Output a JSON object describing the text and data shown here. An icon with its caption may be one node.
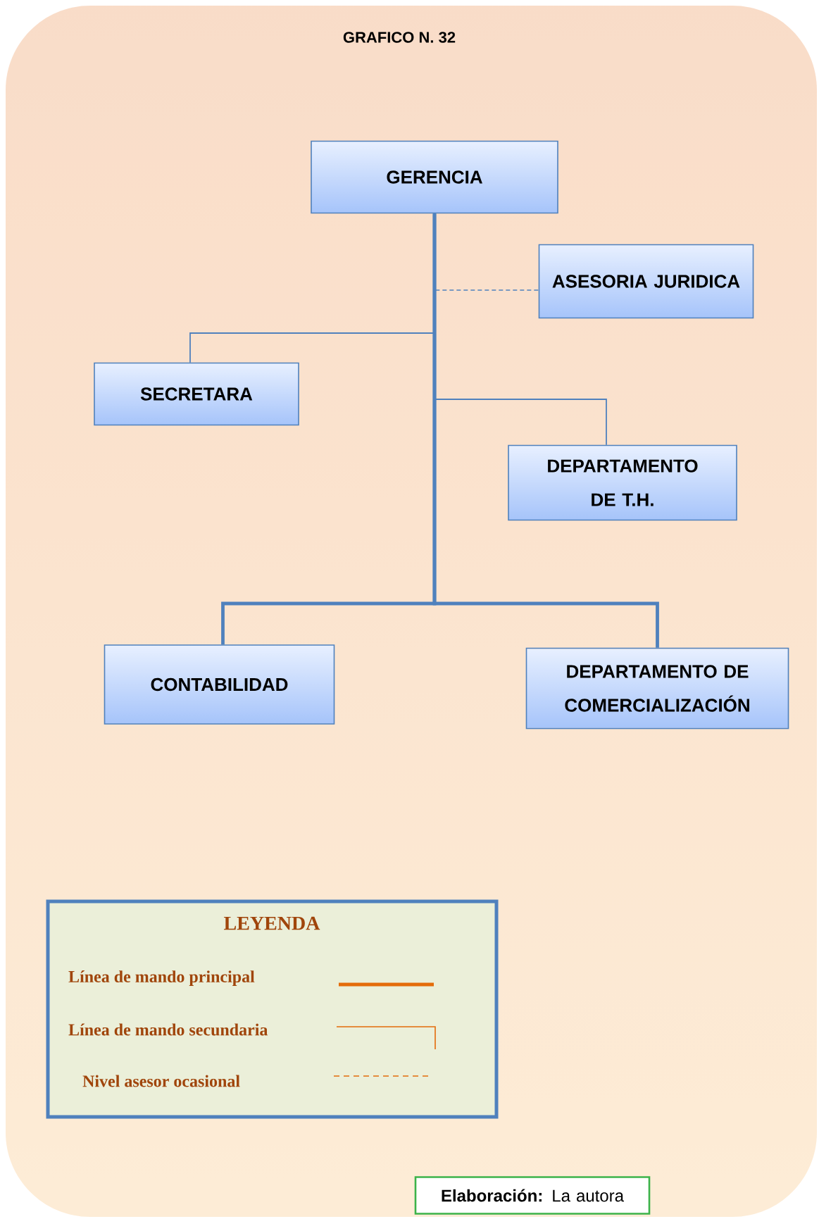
{
  "diagram": {
    "title": "GRAFICO N. 32",
    "nodes": [
      {
        "text": [
          "GERENCIA"
        ]
      },
      {
        "text": [
          "ASESORIA JURIDICA"
        ]
      },
      {
        "text": [
          "SECRETARA"
        ]
      },
      {
        "text": [
          "DEPARTAMENTO DE T.H."
        ]
      },
      {
        "text": [
          "CONTABILIDAD"
        ]
      },
      {
        "text": [
          "DEPARTAMENTO DE COMERCIALIZACIÓN"
        ]
      },
      {
        "text": [
          "**Elaboración:** La autora"
        ]
      }
    ],
    "edges": [
      {
        "from": 0,
        "to": 1,
        "arrow": "none",
        "style": "dashed"
      },
      {
        "from": 0,
        "to": 2,
        "arrow": "none"
      },
      {
        "from": 0,
        "to": 3,
        "arrow": "none"
      },
      {
        "from": 0,
        "to": 4,
        "arrow": "none",
        "style": "thick"
      },
      {
        "from": 0,
        "to": 5,
        "arrow": "none",
        "style": "thick"
      }
    ],
    "labels": [
      "LEYENDA"
    ],
    "legend": [
      {
        "text": "Línea de mando principal"
      },
      {
        "text": "Línea de mando secundaria"
      },
      {
        "text": "Nivel asesor ocasional"
      }
    ]
  }
}
